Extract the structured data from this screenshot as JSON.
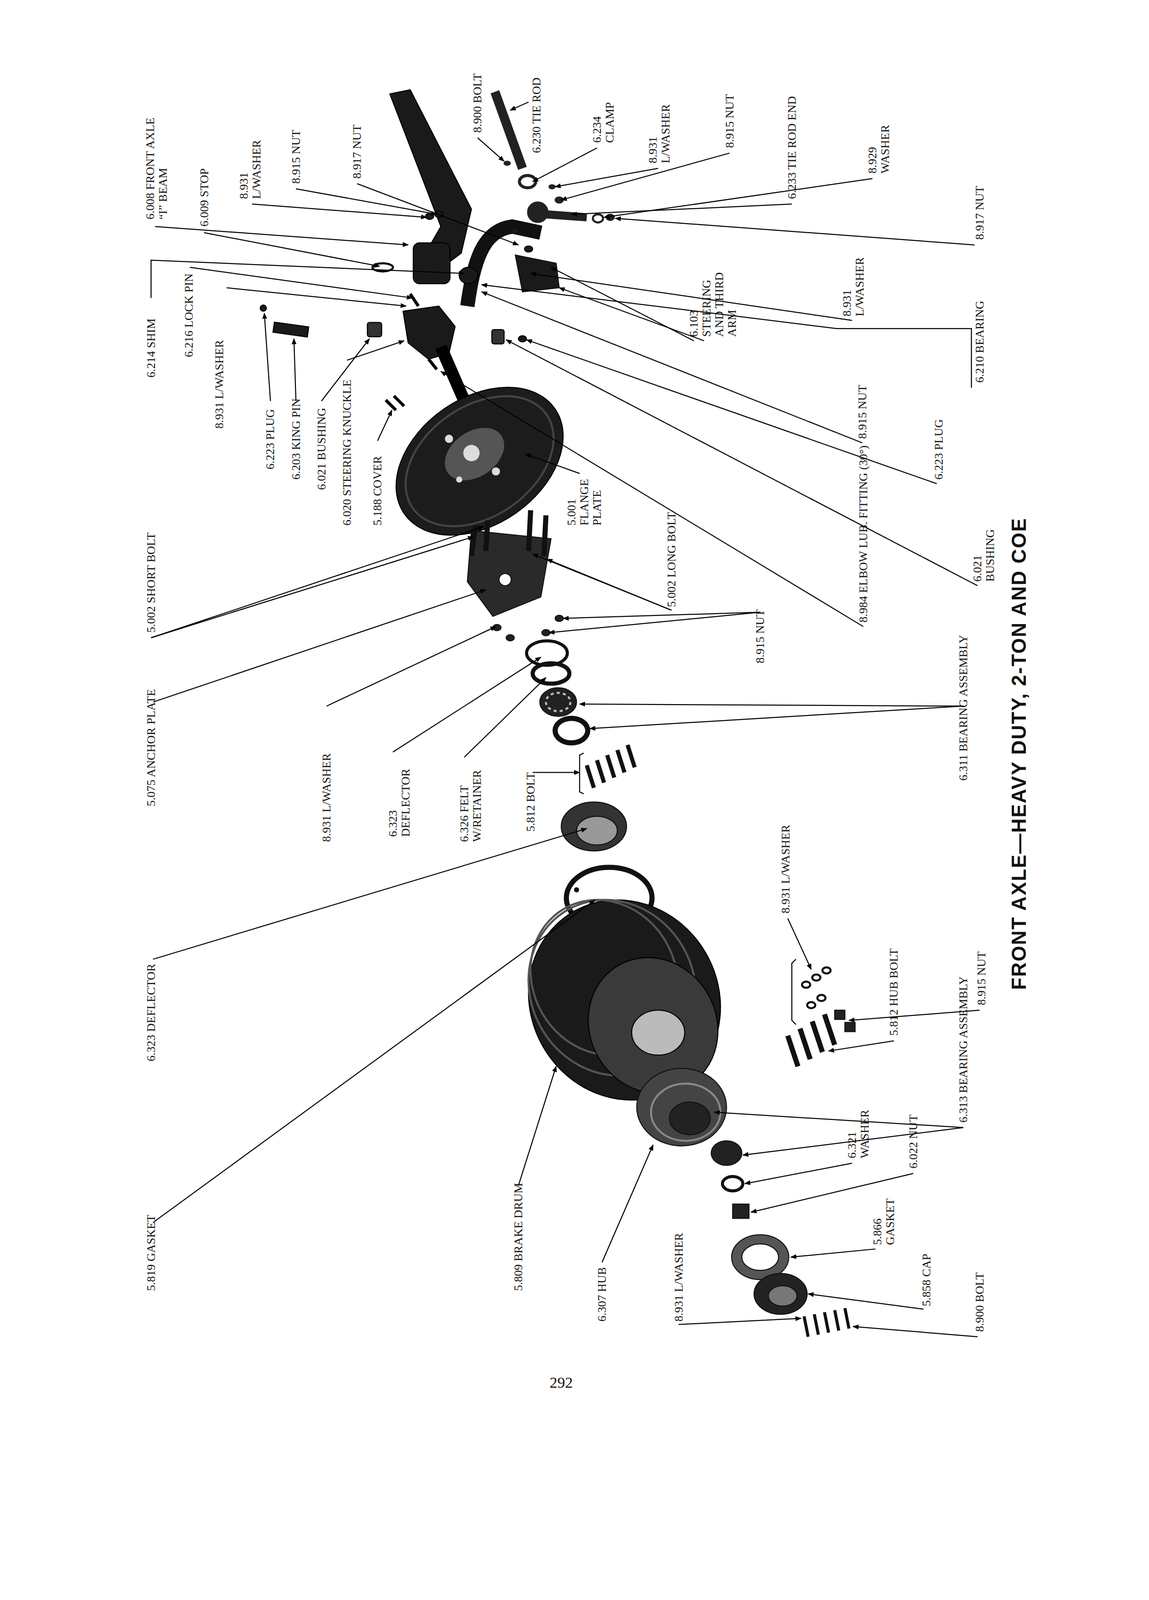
{
  "diagram": {
    "title": "FRONT AXLE—HEAVY DUTY, 2-TON AND COE",
    "labels": [
      "6.008 FRONT AXLE “I” BEAM",
      "6.009 STOP",
      "8.931 L/WASHER",
      "8.915 NUT",
      "8.917 NUT",
      "8.900 BOLT",
      "6.230 TIE ROD",
      "6.234 CLAMP",
      "8.931 L/WASHER",
      "8.915 NUT",
      "6.233 TIE ROD END",
      "8.929 WASHER",
      "8.917 NUT",
      "6.214 SHIM",
      "6.216 LOCK PIN",
      "8.931 L/WASHER",
      "6.223 PLUG",
      "6.203 KING PIN",
      "6.021 BUSHING",
      "6.020 STEERING KNUCKLE",
      "5.188 COVER",
      "5.001 FLANGE PLATE",
      "5.002 LONG BOLT",
      "6.103 STEERING AND THIRD ARM",
      "8.931 L/WASHER",
      "8.915 NUT",
      "8.984 ELBOW LUB. FITTING (30°)",
      "6.223 PLUG",
      "6.210 BEARING",
      "6.021 BUSHING",
      "5.002 SHORT BOLT",
      "5.075 ANCHOR PLATE",
      "8.931 L/WASHER",
      "6.323 DEFLECTOR",
      "6.326 FELT W/RETAINER",
      "5.812 BOLT",
      "8.915 NUT",
      "6.311 BEARING ASSEMBLY",
      "8.931 L/WASHER",
      "6.323 DEFLECTOR",
      "5.812 HUB BOLT",
      "8.915 NUT",
      "6.313 BEARING ASSEMBLY",
      "5.819 GASKET",
      "5.809 BRAKE DRUM",
      "6.307 HUB",
      "8.931 L/WASHER",
      "6.321 WASHER",
      "6.022 NUT",
      "5.866 GASKET",
      "5.858 CAP",
      "8.900 BOLT",
      "292"
    ]
  }
}
